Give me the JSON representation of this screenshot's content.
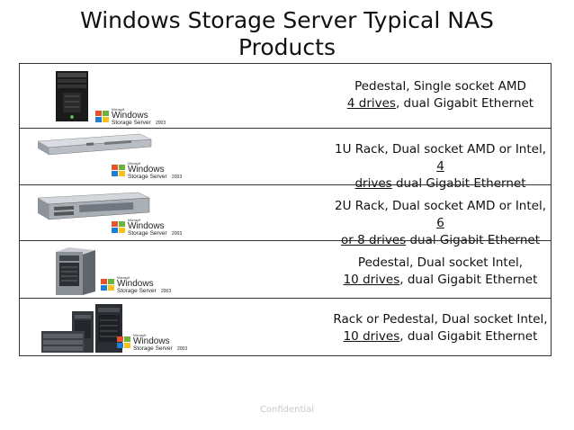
{
  "slide": {
    "title_line1": "Windows Storage Server Typical NAS",
    "title_line2": "Products",
    "footer": "Confidential"
  },
  "logo": {
    "brand_small": "Microsoft",
    "brand": "Windows",
    "product": "Storage Server",
    "year": "2003"
  },
  "products": [
    {
      "image": "pedestal-server-tower",
      "desc_a": "Pedestal, Single socket AMD",
      "desc_b": "4 drives",
      "desc_c": ", dual Gigabit Ethernet"
    },
    {
      "image": "1u-rack-server",
      "desc_a": "1U Rack, Dual socket AMD or Intel, ",
      "desc_b1": "4",
      "desc_b2": "drives",
      "desc_c": " dual Gigabit Ethernet"
    },
    {
      "image": "2u-rack-server",
      "desc_a": "2U Rack, Dual socket AMD or Intel, ",
      "desc_b1": "6",
      "desc_b2": "or 8 drives",
      "desc_c": " dual Gigabit Ethernet"
    },
    {
      "image": "pedestal-server-tower",
      "desc_a": "Pedestal, Dual socket Intel,",
      "desc_b": "10 drives",
      "desc_c": ", dual Gigabit Ethernet"
    },
    {
      "image": "rack-and-pedestal-servers",
      "desc_a": "Rack or Pedestal, Dual socket Intel,",
      "desc_b": "10 drives",
      "desc_c": ", dual Gigabit Ethernet"
    }
  ]
}
